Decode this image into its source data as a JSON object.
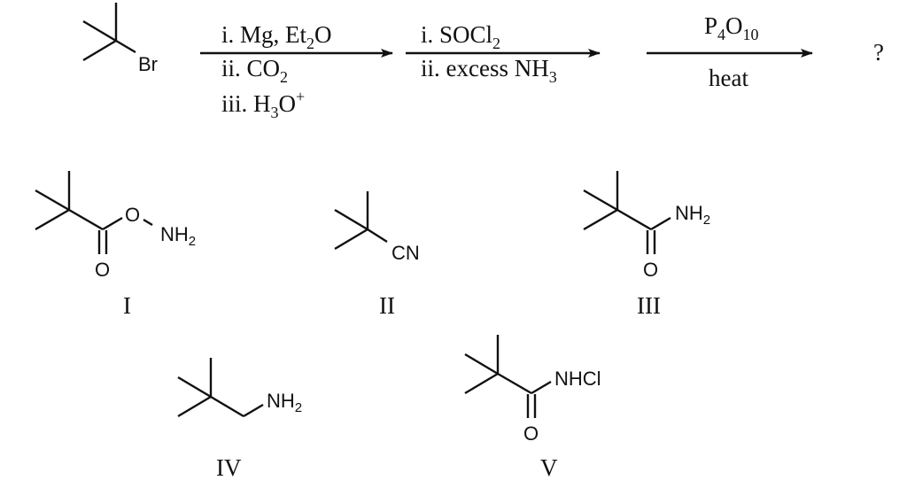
{
  "scheme": {
    "starting_material": {
      "label": "Br",
      "name": "tert-butyl bromide"
    },
    "step1": {
      "reagents": [
        "i. Mg, Et",
        "2",
        "O",
        "ii. CO",
        "2",
        "iii. H",
        "3",
        "O",
        "+"
      ],
      "lines": {
        "l1_a": "i. Mg, Et",
        "l1_sub": "2",
        "l1_b": "O",
        "l2_a": "ii. CO",
        "l2_sub": "2",
        "l3_a": "iii. H",
        "l3_sub": "3",
        "l3_b": "O",
        "l3_sup": "+"
      }
    },
    "step2": {
      "lines": {
        "l1_a": "i. SOCl",
        "l1_sub": "2",
        "l2_a": "ii. excess NH",
        "l2_sub": "3"
      }
    },
    "step3": {
      "above": {
        "a": "P",
        "sub1": "4",
        "b": "O",
        "sub2": "10"
      },
      "below": "heat"
    },
    "product": "?"
  },
  "choices": [
    {
      "id": "I",
      "label": "I",
      "atoms": {
        "o_link": "O",
        "nh": "NH",
        "nh_sub": "2",
        "carbonyl_o": "O"
      }
    },
    {
      "id": "II",
      "label": "II",
      "atoms": {
        "cn": "CN"
      }
    },
    {
      "id": "III",
      "label": "III",
      "atoms": {
        "nh": "NH",
        "nh_sub": "2",
        "carbonyl_o": "O"
      }
    },
    {
      "id": "IV",
      "label": "IV",
      "atoms": {
        "nh": "NH",
        "nh_sub": "2"
      }
    },
    {
      "id": "V",
      "label": "V",
      "atoms": {
        "nhcl": "NHCl",
        "carbonyl_o": "O"
      }
    }
  ]
}
